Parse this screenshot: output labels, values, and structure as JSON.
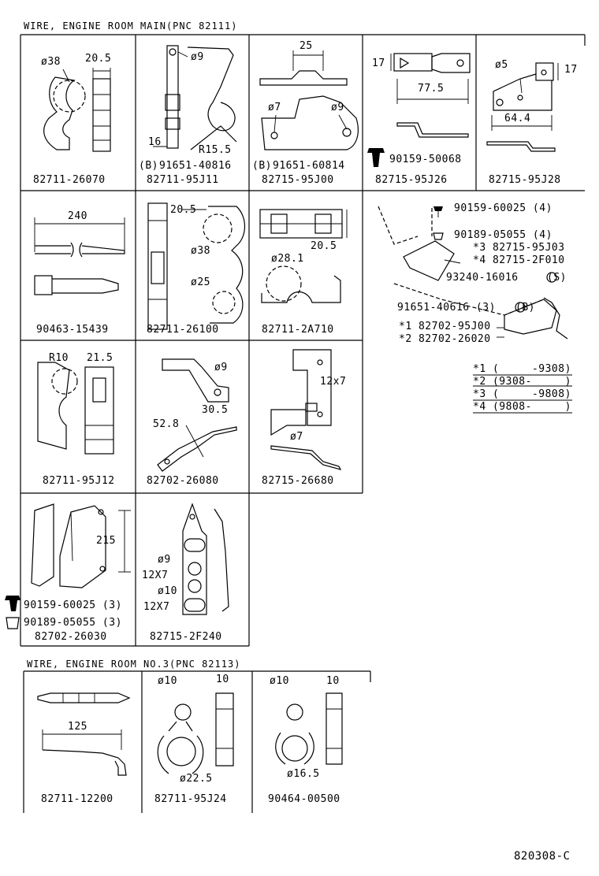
{
  "section1": {
    "title": "WIRE, ENGINE ROOM MAIN(PNC 82111)"
  },
  "section2": {
    "title": "WIRE, ENGINE ROOM NO.3(PNC 82113)"
  },
  "cells": [
    {
      "part": "82711-26070",
      "dims": [
        "ø38",
        "20.5"
      ]
    },
    {
      "part": "82711-95J11",
      "dims": [
        "ø9",
        "16",
        "R15.5"
      ],
      "ref": "91651-40816"
    },
    {
      "part": "82715-95J00",
      "dims": [
        "25",
        "ø7",
        "ø9"
      ],
      "ref": "91651-60814"
    },
    {
      "part": "82715-95J26",
      "dims": [
        "17",
        "77.5"
      ],
      "ref": "90159-50068"
    },
    {
      "part": "82715-95J28",
      "dims": [
        "ø5",
        "17",
        "64.4"
      ]
    },
    {
      "part": "90463-15439",
      "dims": [
        "240"
      ]
    },
    {
      "part": "82711-26100",
      "dims": [
        "20.5",
        "ø38",
        "ø25"
      ]
    },
    {
      "part": "82711-2A710",
      "dims": [
        "20.5",
        "ø28.1"
      ]
    },
    {
      "part": "82711-95J12",
      "dims": [
        "R10",
        "21.5"
      ]
    },
    {
      "part": "82702-26080",
      "dims": [
        "ø9",
        "30.5",
        "52.8"
      ]
    },
    {
      "part": "82715-26680",
      "dims": [
        "12x7",
        "ø7"
      ]
    },
    {
      "part": "82702-26030",
      "dims": [
        "215"
      ],
      "refs": [
        "90159-60025 (3)",
        "90189-05055 (3)"
      ]
    },
    {
      "part": "82715-2F240",
      "dims": [
        "ø9",
        "12X7",
        "ø10",
        "12X7"
      ]
    },
    {
      "part": "82711-12200",
      "dims": [
        "125"
      ]
    },
    {
      "part": "82711-95J24",
      "dims": [
        "ø10",
        "10",
        "ø22.5"
      ]
    },
    {
      "part": "90464-00500",
      "dims": [
        "ø10",
        "10",
        "ø16.5"
      ]
    }
  ],
  "assembly": {
    "labels": [
      "90159-60025 (4)",
      "90189-05055 (4)",
      "*3 82715-95J03",
      "*4 82715-2F010",
      "93240-16016",
      "91651-40616 (3)",
      "*1 82702-95J00",
      "*2 82702-26020"
    ],
    "marks": [
      "S",
      "B"
    ]
  },
  "legend": [
    "*1 (     -9308)",
    "*2 (9308-     )",
    "*3 (     -9808)",
    "*4 (9808-     )"
  ],
  "marks": {
    "b1": "B",
    "b2": "B"
  },
  "footer": {
    "code": "820308-C"
  }
}
